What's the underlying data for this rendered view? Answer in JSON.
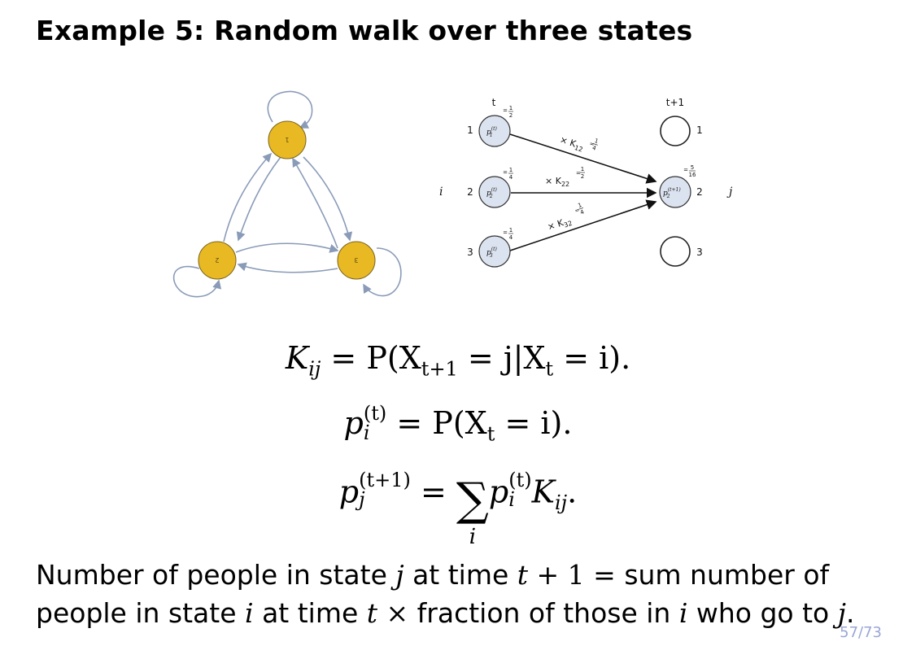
{
  "slide": {
    "title": "Example 5: Random walk over three states",
    "page_number": "57/73"
  },
  "triangle_diagram": {
    "nodes": [
      "1",
      "2",
      "3"
    ],
    "node_color": "#E8B923",
    "edge_color": "#8A9BB8"
  },
  "flow_diagram": {
    "col_t_label": "t",
    "col_t1_label": "t+1",
    "left_node_labels": [
      "1",
      "2",
      "3"
    ],
    "right_node_labels": [
      "1",
      "2",
      "3"
    ],
    "row_label_i": "i",
    "row_label_j": "j",
    "left_node_texts": [
      "p",
      "p",
      "p"
    ],
    "right_node_text": "p",
    "left_values": [
      {
        "num": "1",
        "den": "2"
      },
      {
        "num": "1",
        "den": "4"
      },
      {
        "num": "1",
        "den": "4"
      }
    ],
    "edges": [
      {
        "label": "× K",
        "sub": "12",
        "num": "1",
        "den": "4"
      },
      {
        "label": "× K",
        "sub": "22",
        "num": "1",
        "den": "2"
      },
      {
        "label": "× K",
        "sub": "32",
        "num": "1",
        "den": "4"
      }
    ],
    "result_value": {
      "num": "5",
      "den": "16"
    },
    "circle_fill": "#DCE3F0"
  },
  "equations": {
    "eq1": {
      "lhs": "K",
      "lhs_sub": "ij",
      "rhs": "= P(X",
      "rhs_sub": "t+1",
      "rhs_tail": " = j|X",
      "rhs_sub2": "t",
      "end": " = i)."
    },
    "eq2": {
      "lhs": "p",
      "lhs_sup": "(t)",
      "lhs_sub": "i",
      "rhs": "= P(X",
      "rhs_sub": "t",
      "end": " = i)."
    },
    "eq3": {
      "lhs": "p",
      "lhs_sup": "(t+1)",
      "lhs_sub": "j",
      "eq": "=",
      "sum_sub": "i",
      "p": "p",
      "p_sup": "(t)",
      "p_sub": "i",
      "k": "K",
      "k_sub": "ij",
      "end": "."
    }
  },
  "paragraph": {
    "line1_a": "Number of people in state ",
    "j": "j",
    "line1_b": " at time ",
    "t1": "t",
    "plus": " + 1 = ",
    "line1_c": "sum number of",
    "line2_a": "people in state ",
    "i": "i",
    "line2_b": " at time ",
    "t2": "t",
    "times": " × ",
    "line2_c": "fraction of those in ",
    "i2": "i",
    "line2_d": " who go to ",
    "j2": "j",
    "dot": "."
  }
}
